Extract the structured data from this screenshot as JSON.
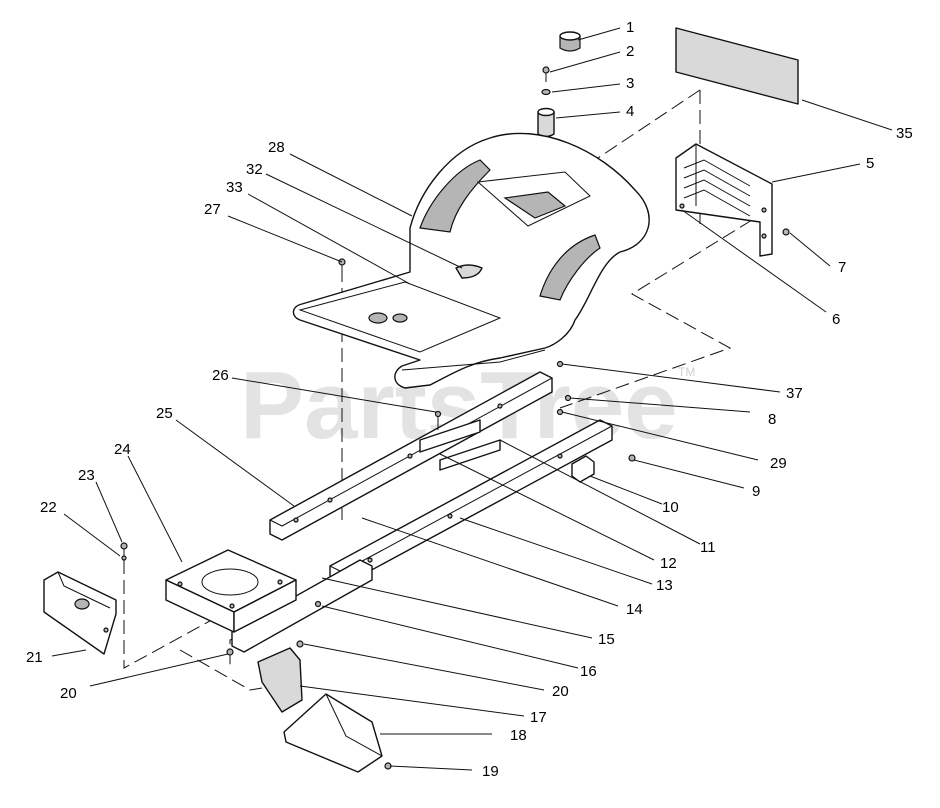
{
  "watermark": {
    "text": "PartsTree",
    "tm": "TM"
  },
  "callouts": [
    {
      "id": "1",
      "label": "1"
    },
    {
      "id": "2",
      "label": "2"
    },
    {
      "id": "3",
      "label": "3"
    },
    {
      "id": "4",
      "label": "4"
    },
    {
      "id": "35",
      "label": "35"
    },
    {
      "id": "5",
      "label": "5"
    },
    {
      "id": "7",
      "label": "7"
    },
    {
      "id": "6",
      "label": "6"
    },
    {
      "id": "28",
      "label": "28"
    },
    {
      "id": "32",
      "label": "32"
    },
    {
      "id": "33",
      "label": "33"
    },
    {
      "id": "27",
      "label": "27"
    },
    {
      "id": "37",
      "label": "37"
    },
    {
      "id": "26",
      "label": "26"
    },
    {
      "id": "8",
      "label": "8"
    },
    {
      "id": "29",
      "label": "29"
    },
    {
      "id": "25",
      "label": "25"
    },
    {
      "id": "9",
      "label": "9"
    },
    {
      "id": "24",
      "label": "24"
    },
    {
      "id": "10",
      "label": "10"
    },
    {
      "id": "23",
      "label": "23"
    },
    {
      "id": "11",
      "label": "11"
    },
    {
      "id": "22",
      "label": "22"
    },
    {
      "id": "12",
      "label": "12"
    },
    {
      "id": "13",
      "label": "13"
    },
    {
      "id": "14",
      "label": "14"
    },
    {
      "id": "15",
      "label": "15"
    },
    {
      "id": "21",
      "label": "21"
    },
    {
      "id": "16",
      "label": "16"
    },
    {
      "id": "20a",
      "label": "20"
    },
    {
      "id": "20b",
      "label": "20"
    },
    {
      "id": "17",
      "label": "17"
    },
    {
      "id": "18",
      "label": "18"
    },
    {
      "id": "19",
      "label": "19"
    }
  ]
}
